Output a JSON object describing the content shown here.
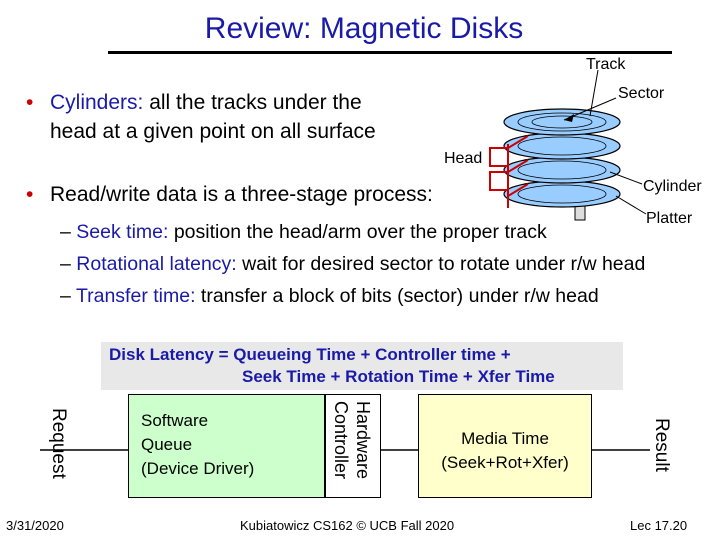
{
  "slide": {
    "title": "Review: Magnetic Disks",
    "bullet1": {
      "highlight": "Cylinders:",
      "line1_rest": " all the tracks under the",
      "line2": "head at a given point on all surface"
    },
    "bullet2": "Read/write data is a three-stage process:",
    "subs": [
      {
        "highlight": "Seek time:",
        "rest": " position the head/arm over the proper track"
      },
      {
        "highlight": "Rotational latency:",
        "rest": " wait for desired sector to rotate under r/w head"
      },
      {
        "highlight": "Transfer time:",
        "rest": " transfer a block of bits (sector) under r/w head"
      }
    ],
    "sub_prefix": "–",
    "bullet_symbol": "•"
  },
  "diagram_labels": {
    "track": "Track",
    "sector": "Sector",
    "head": "Head",
    "cylinder": "Cylinder",
    "platter": "Platter"
  },
  "latency": {
    "line1": "Disk Latency = Queueing Time + Controller time +",
    "line2": "Seek Time + Rotation Time + Xfer Time"
  },
  "pipeline": {
    "request": "Request",
    "software_line1": "Software",
    "software_line2": "Queue",
    "software_line3": "(Device Driver)",
    "hardware_line1": "Hardware",
    "hardware_line2": "Controller",
    "media_line1": "Media Time",
    "media_line2": "(Seek+Rot+Xfer)",
    "result": "Result"
  },
  "footer": {
    "date": "3/31/2020",
    "course": "Kubiatowicz CS162 © UCB Fall 2020",
    "page": "Lec 17.20"
  },
  "colors": {
    "title": "#1a1aa8",
    "bullet": "#cc0000",
    "software_box": "#ccffcc",
    "media_box": "#ffffcc",
    "head_red": "#cc0000",
    "platter_blue": "#99ccff"
  }
}
